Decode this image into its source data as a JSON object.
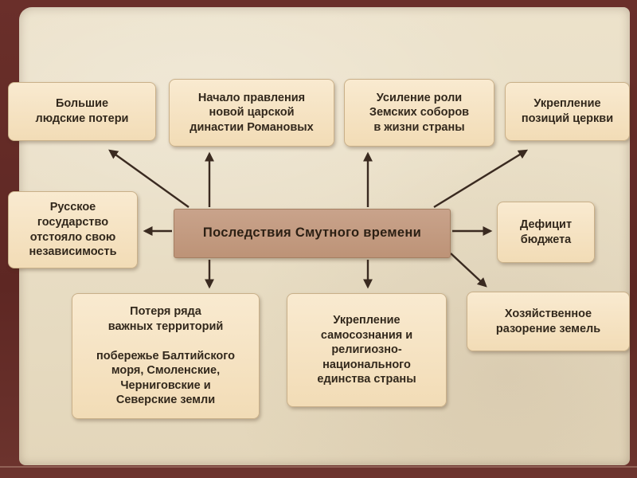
{
  "diagram": {
    "title": "Последствия Смутного времени",
    "nodes": {
      "human_losses": "Большие\nлюдские потери",
      "romanov_dynasty": "Начало правления\nновой царской\nдинастии Романовых",
      "zemsky_sobor": "Усиление роли\nЗемских соборов\nв жизни страны",
      "church_strength": "Укрепление\nпозиций церкви",
      "independence": "Русское\nгосударство\nотстояло свою\nнезависимость",
      "budget_deficit": "Дефицит\nбюджета",
      "lost_territories": "Потеря ряда\nважных территорий\n\nпобережье Балтийского\nморя, Смоленские,\nЧерниговские и\nСеверские земли",
      "national_unity": "Укрепление\nсамосознания и\nрелигиозно-\nнационального\nединства страны",
      "economic_ruin": "Хозяйственное\nразорение земель"
    },
    "colors": {
      "frame": "#5e2723",
      "canvas": "#e8ddc4",
      "node_fill": "#f5e1bf",
      "node_border": "#c9b089",
      "center_fill": "#c39b80",
      "arrow": "#3a2a20",
      "text": "#32281c"
    }
  }
}
